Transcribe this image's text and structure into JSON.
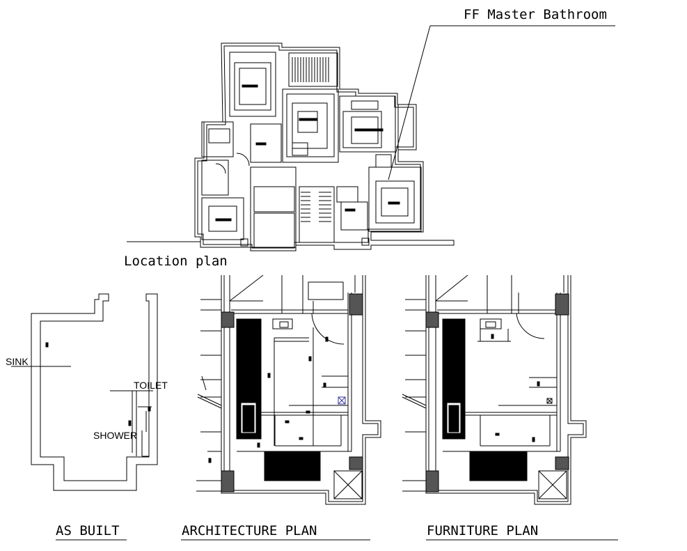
{
  "drawing": {
    "title_callout": "FF Master Bathroom",
    "location_label": "Location plan",
    "as_built": {
      "title": "AS BUILT",
      "labels": {
        "sink": "SINK",
        "toilet": "TOILET",
        "shower": "SHOWER"
      }
    },
    "architecture": {
      "title": "ARCHITECTURE PLAN"
    },
    "furniture": {
      "title": "FURNITURE PLAN"
    },
    "line_color": "#000000",
    "background": "#ffffff"
  }
}
